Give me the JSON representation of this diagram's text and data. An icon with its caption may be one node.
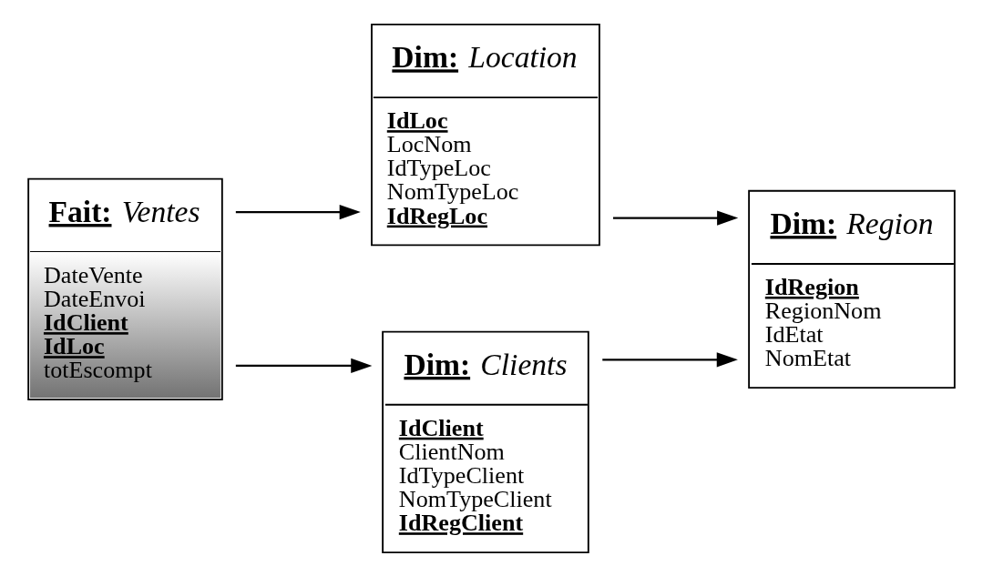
{
  "diagram": {
    "nodes": [
      {
        "text": [
          "Fait: Ventes",
          "DateVente",
          "DateEnvoi",
          "**IdClient**",
          "**IdLoc**",
          "totEscompt"
        ]
      },
      {
        "text": [
          "Dim: Location",
          "**IdLoc**",
          "LocNom",
          "IdTypeLoc",
          "NomTypeLoc",
          "**IdRegLoc**"
        ]
      },
      {
        "text": [
          "Dim: Clients",
          "**IdClient**",
          "ClientNom",
          "IdTypeClient",
          "NomTypeClient",
          "**IdRegClient**"
        ]
      },
      {
        "text": [
          "Dim: Region",
          "**IdRegion**",
          "RegionNom",
          "IdEtat",
          "NomEtat"
        ]
      }
    ],
    "edges": [
      {
        "from": 0,
        "to": 1,
        "arrow": "to"
      },
      {
        "from": 0,
        "to": 2,
        "arrow": "to"
      },
      {
        "from": 1,
        "to": 3,
        "arrow": "to"
      },
      {
        "from": 2,
        "to": 3,
        "arrow": "to"
      }
    ]
  }
}
